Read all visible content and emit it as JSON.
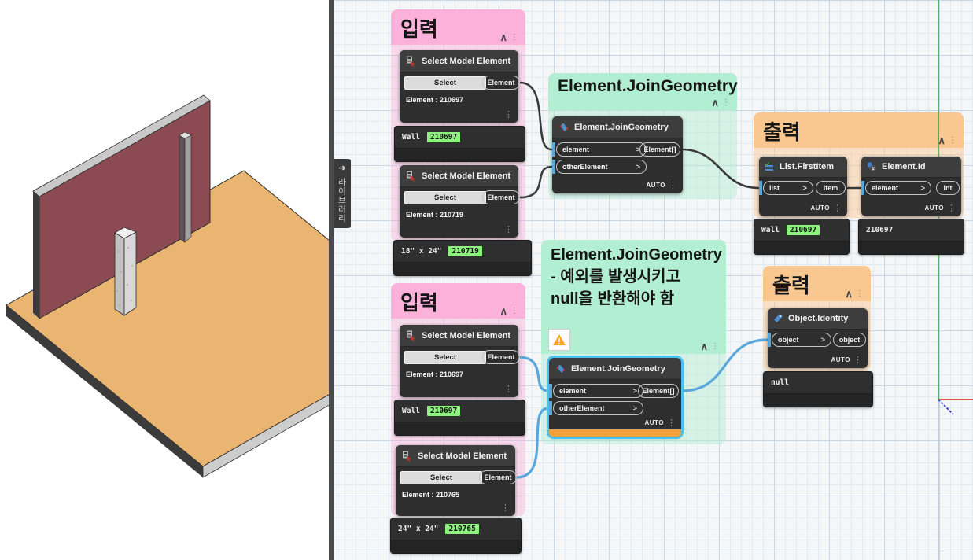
{
  "library_tab": {
    "label": "라이브러리"
  },
  "icons": {
    "collapse_chevron": "∧",
    "kebab": "⋮",
    "port_chevron": ">",
    "tab_arrow": "➜"
  },
  "groups": {
    "input_top": {
      "title": "입력"
    },
    "join_top": {
      "title": "Element.JoinGeometry"
    },
    "output_top": {
      "title": "출력"
    },
    "join_bottom": {
      "title_line1": "Element.JoinGeometry",
      "title_line2": "- 예외를 발생시키고",
      "title_line3": "null을 반환해야 함"
    },
    "output_bottom": {
      "title": "출력"
    },
    "input_bottom": {
      "title": "입력"
    }
  },
  "nodes": {
    "select1": {
      "title": "Select Model Element",
      "button": "Select",
      "out_port": "Element",
      "detail": "Element : 210697"
    },
    "select2": {
      "title": "Select Model Element",
      "button": "Select",
      "out_port": "Element",
      "detail": "Element : 210719"
    },
    "select3": {
      "title": "Select Model Element",
      "button": "Select",
      "out_port": "Element",
      "detail": "Element : 210697"
    },
    "select4": {
      "title": "Select Model Element",
      "button": "Select",
      "out_port": "Element",
      "detail": "Element : 210765"
    },
    "join1": {
      "title": "Element.JoinGeometry",
      "in1": "element",
      "in2": "otherElement",
      "out": "Element[]",
      "lacing": "AUTO"
    },
    "join2": {
      "title": "Element.JoinGeometry",
      "in1": "element",
      "in2": "otherElement",
      "out": "Element[]",
      "lacing": "AUTO"
    },
    "list_first": {
      "title": "List.FirstItem",
      "in1": "list",
      "out": "item",
      "lacing": "AUTO"
    },
    "element_id": {
      "title": "Element.Id",
      "in1": "element",
      "out": "int",
      "lacing": "AUTO"
    },
    "object_identity": {
      "title": "Object.Identity",
      "in1": "object",
      "out": "object",
      "lacing": "AUTO"
    }
  },
  "watches": {
    "input_top_wall": {
      "label": "Wall",
      "badge": "210697"
    },
    "input_top_col": {
      "label": "18\" x 24\"",
      "badge": "210719"
    },
    "output_top_wall": {
      "label": "Wall",
      "badge": "210697"
    },
    "output_top_id": {
      "value": "210697"
    },
    "output_bottom_null": {
      "value": "null"
    },
    "input_bottom_wall": {
      "label": "Wall",
      "badge": "210697"
    },
    "input_bottom_col": {
      "label": "24\" x 24\"",
      "badge": "210765"
    }
  },
  "colors": {
    "group_pink": "#fbb1da",
    "group_green": "#b2eed2",
    "group_orange": "#fbc791",
    "node_header": "#3d3d3d",
    "node_body": "#2e2e2e",
    "wire": "#3a3a3a",
    "wire_selected": "#5aa7dc",
    "selection_outline": "#49c1f0",
    "warning_strip": "#f0a23c",
    "badge_green": "#8cf47d",
    "wall": "#8c4a52",
    "floor": "#e9b570",
    "column": "#d6d6d6",
    "axis_green": "#3f9e3f",
    "axis_red": "#e05252",
    "axis_blue": "#4444cc"
  }
}
